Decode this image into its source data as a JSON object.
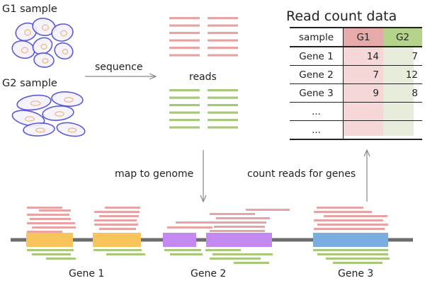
{
  "labels": {
    "g1_sample": "G1 sample",
    "g2_sample": "G2 sample",
    "sequence": "sequence",
    "reads": "reads",
    "map_to_genome": "map to genome",
    "count_reads": "count reads for genes",
    "table_title": "Read count data"
  },
  "genes": [
    "Gene 1",
    "Gene 2",
    "Gene 3"
  ],
  "table": {
    "headers": [
      "sample",
      "G1",
      "G2"
    ],
    "rows": [
      [
        "Gene 1",
        "14",
        "7"
      ],
      [
        "Gene 2",
        "7",
        "12"
      ],
      [
        "Gene 3",
        "9",
        "8"
      ],
      [
        "...",
        "",
        ""
      ],
      [
        "...",
        "",
        ""
      ]
    ]
  },
  "colors": {
    "g1_read": "#e8a4a4",
    "g2_read": "#a8c87a",
    "gene1": "#f8c55c",
    "gene2": "#c58af2",
    "gene3": "#7aaee0",
    "g1_column": "#f5d7d7",
    "g2_column": "#e6eedb",
    "g1_header": "#e7aaaa",
    "g2_header": "#b5d38a",
    "genome_line": "#6d6d6d",
    "arrow": "#888888",
    "cell_outline": "#4a4ad0"
  }
}
